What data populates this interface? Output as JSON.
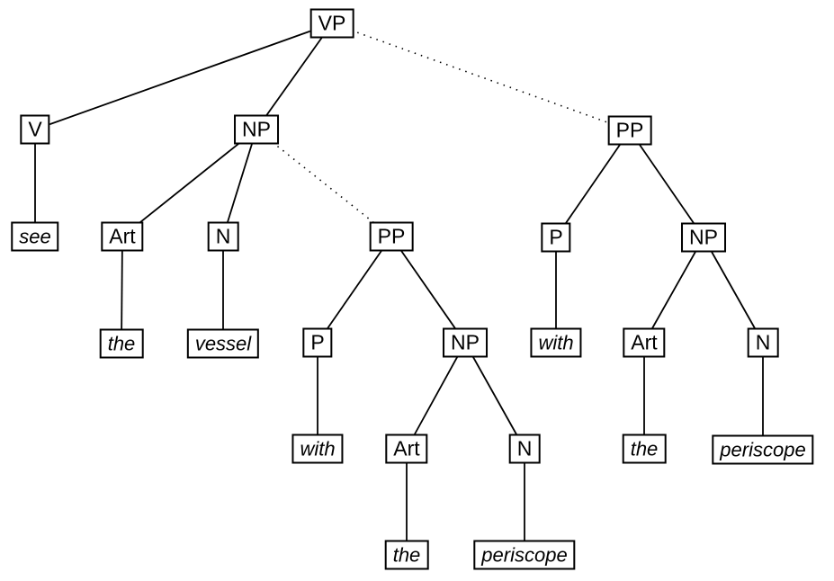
{
  "diagram": {
    "type": "syntax-tree",
    "colors": {
      "background": "#ffffff",
      "line": "#000000",
      "box_border": "#000000",
      "text": "#000000"
    },
    "nodes": {
      "vp": {
        "label": "VP",
        "kind": "category"
      },
      "v": {
        "label": "V",
        "kind": "category"
      },
      "np_obj": {
        "label": "NP",
        "kind": "category"
      },
      "pp_vp": {
        "label": "PP",
        "kind": "category"
      },
      "see": {
        "label": "see",
        "kind": "word"
      },
      "art_obj": {
        "label": "Art",
        "kind": "category"
      },
      "n_obj": {
        "label": "N",
        "kind": "category"
      },
      "pp_np": {
        "label": "PP",
        "kind": "category"
      },
      "p_vp": {
        "label": "P",
        "kind": "category"
      },
      "np_vp": {
        "label": "NP",
        "kind": "category"
      },
      "the_obj": {
        "label": "the",
        "kind": "word"
      },
      "vessel": {
        "label": "vessel",
        "kind": "word"
      },
      "p_np": {
        "label": "P",
        "kind": "category"
      },
      "np_np": {
        "label": "NP",
        "kind": "category"
      },
      "with_vp": {
        "label": "with",
        "kind": "word"
      },
      "art_vp": {
        "label": "Art",
        "kind": "category"
      },
      "n_vp": {
        "label": "N",
        "kind": "category"
      },
      "with_np": {
        "label": "with",
        "kind": "word"
      },
      "art_np": {
        "label": "Art",
        "kind": "category"
      },
      "n_np": {
        "label": "N",
        "kind": "category"
      },
      "the_vp": {
        "label": "the",
        "kind": "word"
      },
      "periscope_vp": {
        "label": "periscope",
        "kind": "word"
      },
      "the_np": {
        "label": "the",
        "kind": "word"
      },
      "periscope_np": {
        "label": "periscope",
        "kind": "word"
      }
    },
    "edges": [
      {
        "from": "vp",
        "to": "v",
        "style": "solid"
      },
      {
        "from": "vp",
        "to": "np_obj",
        "style": "solid"
      },
      {
        "from": "vp",
        "to": "pp_vp",
        "style": "dotted"
      },
      {
        "from": "v",
        "to": "see",
        "style": "solid"
      },
      {
        "from": "np_obj",
        "to": "art_obj",
        "style": "solid"
      },
      {
        "from": "np_obj",
        "to": "n_obj",
        "style": "solid"
      },
      {
        "from": "np_obj",
        "to": "pp_np",
        "style": "dotted"
      },
      {
        "from": "art_obj",
        "to": "the_obj",
        "style": "solid"
      },
      {
        "from": "n_obj",
        "to": "vessel",
        "style": "solid"
      },
      {
        "from": "pp_np",
        "to": "p_np",
        "style": "solid"
      },
      {
        "from": "pp_np",
        "to": "np_np",
        "style": "solid"
      },
      {
        "from": "p_np",
        "to": "with_np",
        "style": "solid"
      },
      {
        "from": "np_np",
        "to": "art_np",
        "style": "solid"
      },
      {
        "from": "np_np",
        "to": "n_np",
        "style": "solid"
      },
      {
        "from": "art_np",
        "to": "the_np",
        "style": "solid"
      },
      {
        "from": "n_np",
        "to": "periscope_np",
        "style": "solid"
      },
      {
        "from": "pp_vp",
        "to": "p_vp",
        "style": "solid"
      },
      {
        "from": "pp_vp",
        "to": "np_vp",
        "style": "solid"
      },
      {
        "from": "p_vp",
        "to": "with_vp",
        "style": "solid"
      },
      {
        "from": "np_vp",
        "to": "art_vp",
        "style": "solid"
      },
      {
        "from": "np_vp",
        "to": "n_vp",
        "style": "solid"
      },
      {
        "from": "art_vp",
        "to": "the_vp",
        "style": "solid"
      },
      {
        "from": "n_vp",
        "to": "periscope_vp",
        "style": "solid"
      }
    ]
  }
}
